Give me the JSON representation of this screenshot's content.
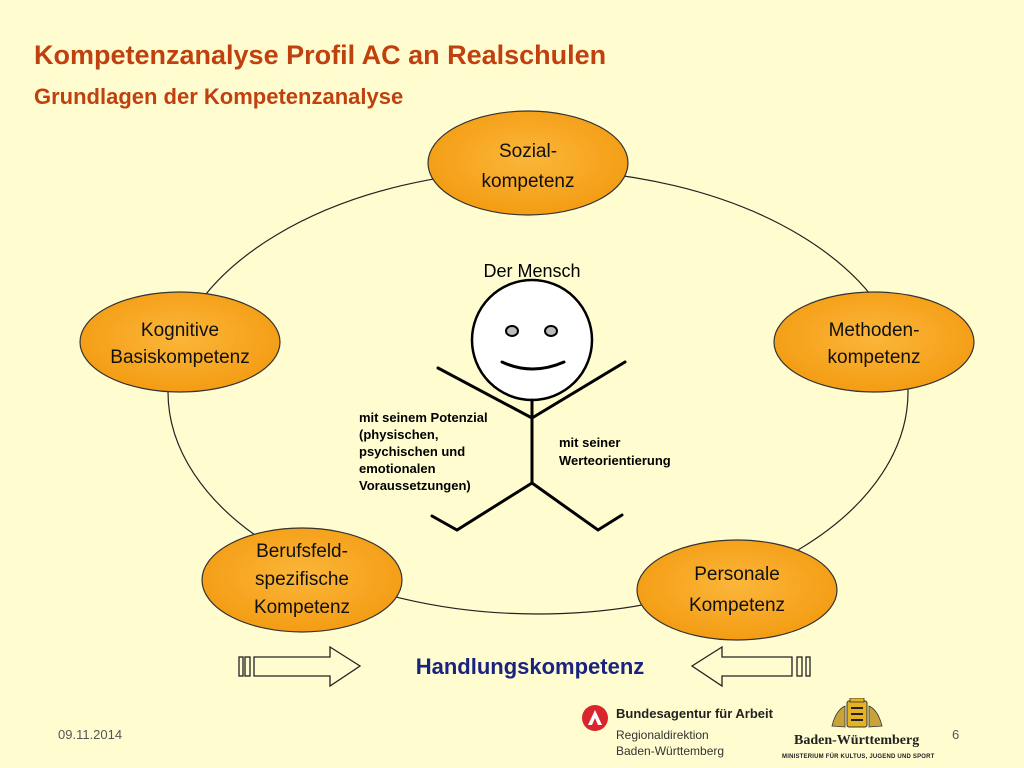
{
  "header": {
    "title": "Kompetenzanalyse Profil AC an Realschulen",
    "subtitle": "Grundlagen der Kompetenzanalyse"
  },
  "diagram": {
    "center_label": "Der Mensch",
    "nodes": {
      "sozial": [
        "Sozial-",
        "kompetenz"
      ],
      "methoden": [
        "Methoden-",
        "kompetenz"
      ],
      "kognitive": [
        "Kognitive",
        "Basiskompetenz"
      ],
      "berufsfeld": [
        "Berufsfeld-",
        "spezifische",
        "Kompetenz"
      ],
      "personale": [
        "Personale",
        "Kompetenz"
      ]
    },
    "left_note": [
      "mit seinem Potenzial",
      "(physischen,",
      "psychischen und",
      "emotionalen",
      "Voraussetzungen)"
    ],
    "right_note": [
      "mit seiner",
      "Werteorientierung"
    ],
    "bottom_label": "Handlungskompetenz",
    "colors": {
      "node_fill": "#f7a21b",
      "title": "#c0400f",
      "handlung": "#1a237e"
    }
  },
  "footer": {
    "date": "09.11.2014",
    "page": "6",
    "ba_name": "Bundesagentur für Arbeit",
    "ba_sub1": "Regionaldirektion",
    "ba_sub2": "Baden-Württemberg",
    "bw_name": "Baden-Württemberg",
    "bw_sub": "MINISTERIUM FÜR KULTUS, JUGEND UND SPORT"
  }
}
